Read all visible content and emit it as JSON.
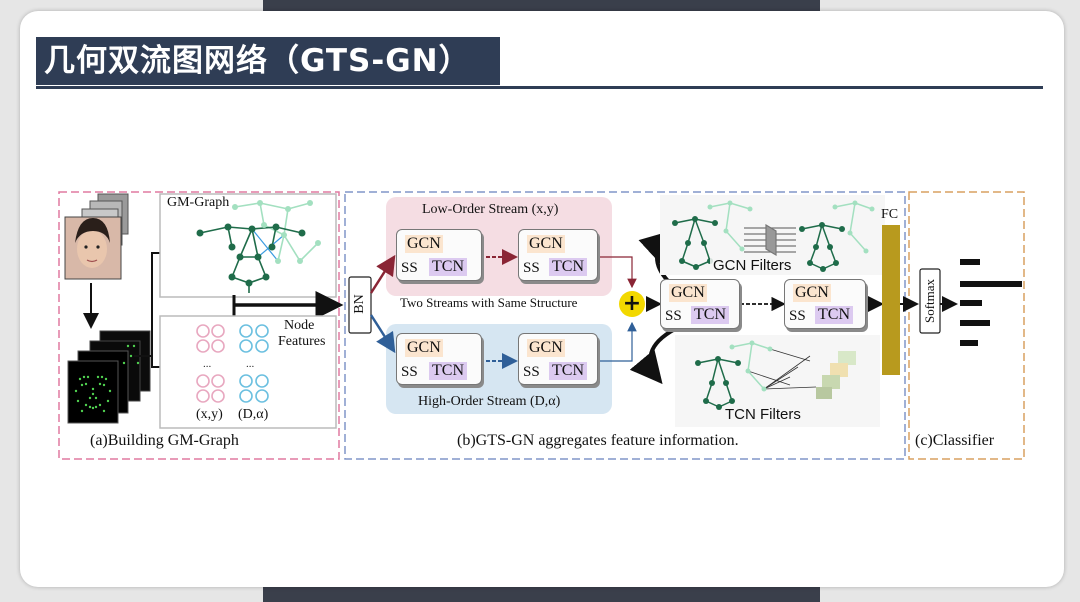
{
  "slide": {
    "title": "几何双流图网络（GTS-GN）"
  },
  "panel_a": {
    "graph_label": "GM-Graph",
    "node_features": [
      "Node",
      "Features"
    ],
    "feature_labels": [
      "(x,y)",
      "(D,α)"
    ],
    "caption": "(a)Building GM-Graph"
  },
  "panel_b": {
    "bn_label": "BN",
    "low_stream_title": "Low-Order Stream (x,y)",
    "shared_note": "Two Streams with Same Structure",
    "high_stream_title": "High-Order Stream (D,α)",
    "block": {
      "gcn": "GCN",
      "ss": "SS",
      "tcn": "TCN"
    },
    "plus": "+",
    "gcn_filters": "GCN Filters",
    "tcn_filters": "TCN Filters",
    "caption": "(b)GTS-GN aggregates feature information."
  },
  "panel_c": {
    "fc_label": "FC",
    "softmax_label": "Softmax",
    "caption": "(c)Classifier"
  },
  "colors": {
    "title_bg": "#2f3d55",
    "panel_a_border": "#e07aa0",
    "panel_b_border": "#8096c8",
    "panel_c_border": "#d8a060",
    "low_stream_bg": "#f5dde3",
    "high_stream_bg": "#d6e6f2",
    "plus_yellow": "#f2d800",
    "fc_bar": "#b89a1e"
  }
}
